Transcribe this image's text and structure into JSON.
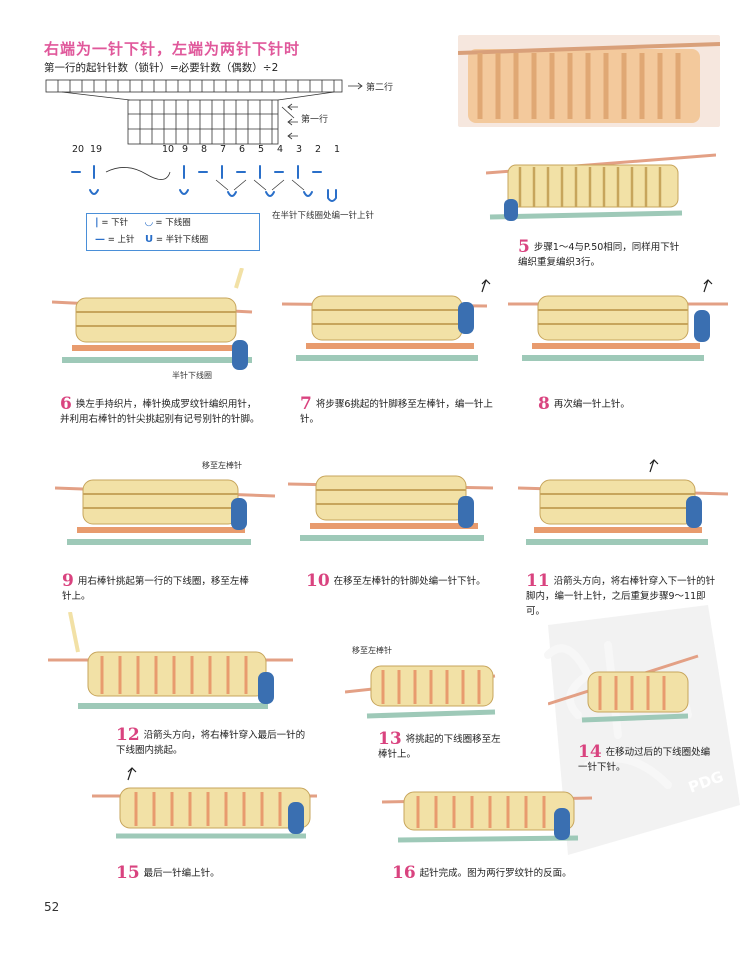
{
  "header": {
    "title": "右端为一针下针，左端为两针下针时",
    "formula": "第一行的起针针数（锁针）=必要针数（偶数）÷2"
  },
  "chart": {
    "row2_label": "第二行",
    "row1_label": "第一行",
    "stitch_numbers": [
      "20",
      "19",
      "10",
      "9",
      "8",
      "7",
      "6",
      "5",
      "4",
      "3",
      "2",
      "1"
    ],
    "note": "在半针下线圈处编一针上针"
  },
  "legend": {
    "items": [
      {
        "glyph": "|",
        "label": "= 下针"
      },
      {
        "glyph": "◡",
        "label": "= 下线圈"
      },
      {
        "glyph": "—",
        "label": "= 上针"
      },
      {
        "glyph": "U",
        "label": "= 半针下线圈"
      }
    ]
  },
  "steps": [
    {
      "num": "5",
      "text": "步骤1～4与P.50相同，同样用下针编织重复编织3行。"
    },
    {
      "num": "6",
      "text": "换左手持织片，棒针换成罗纹针编织用针，并利用右棒针的针尖挑起别有记号别针的针脚。"
    },
    {
      "num": "7",
      "text": "将步骤6挑起的针脚移至左棒针，编一针上针。"
    },
    {
      "num": "8",
      "text": "再次编一针上针。"
    },
    {
      "num": "9",
      "text": "用右棒针挑起第一行的下线圈，移至左棒针上。"
    },
    {
      "num": "10",
      "text": "在移至左棒针的针脚处编一针下针。"
    },
    {
      "num": "11",
      "text": "沿箭头方向，将右棒针穿入下一针的针脚内，编一针上针，之后重复步骤9～11即可。"
    },
    {
      "num": "12",
      "text": "沿箭头方向，将右棒针穿入最后一针的下线圈内挑起。"
    },
    {
      "num": "13",
      "text": "将挑起的下线圈移至左棒针上。"
    },
    {
      "num": "14",
      "text": "在移动过后的下线圈处编一针下针。"
    },
    {
      "num": "15",
      "text": "最后一针编上针。"
    },
    {
      "num": "16",
      "text": "起针完成。图为两行罗纹针的反面。"
    }
  ],
  "labels": {
    "half_loop": "半针下线圈",
    "move_left_9": "移至左棒针",
    "move_left_13": "移至左棒针"
  },
  "stamp": {
    "text": "PDG"
  },
  "footer": {
    "page": "52"
  }
}
